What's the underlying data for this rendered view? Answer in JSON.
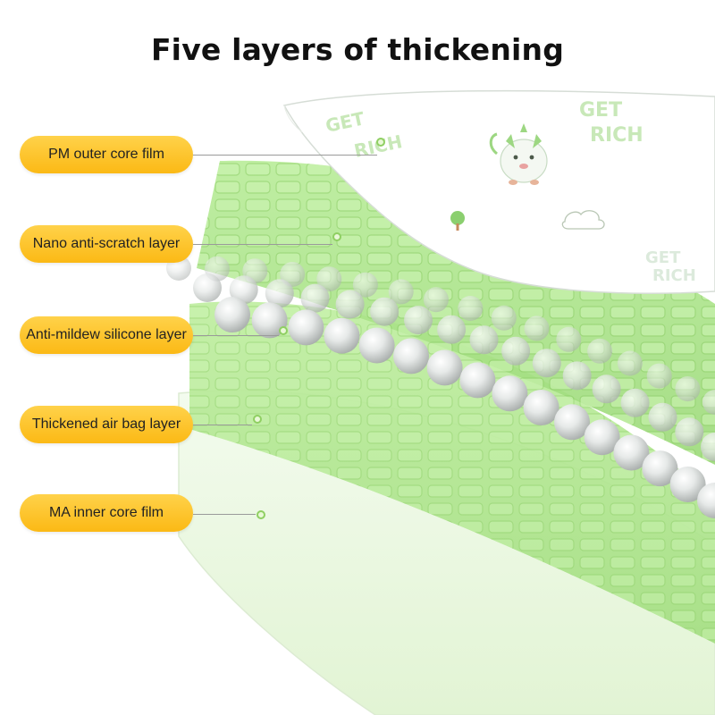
{
  "title": "Five layers of thickening",
  "print_text": [
    "GET",
    "RICH",
    "GET",
    "RICH",
    "GET",
    "RICH"
  ],
  "layers": [
    {
      "label": "PM outer core film"
    },
    {
      "label": "Nano anti-scratch layer"
    },
    {
      "label": "Anti-mildew silicone layer"
    },
    {
      "label": "Thickened air bag layer"
    },
    {
      "label": "MA inner core film"
    }
  ],
  "colors": {
    "label_fill": "#fbc22a",
    "layer_green": "#a8e585",
    "bead": "#d9dcdc",
    "title": "#111111"
  }
}
